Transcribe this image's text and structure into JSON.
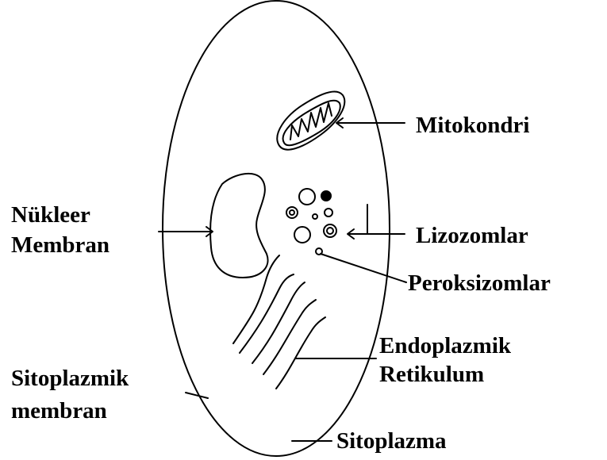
{
  "labels": {
    "mitokondri": "Mitokondri",
    "nukleer_line1": "Nükleer",
    "nukleer_line2": "Membran",
    "lizozomlar": "Lizozomlar",
    "peroksizomlar": "Peroksizomlar",
    "endoplazmik_line1": "Endoplazmik",
    "endoplazmik_line2": "Retikulum",
    "sitoplazmik_line1": "Sitoplazmik",
    "sitoplazmik_line2": "membran",
    "sitoplazma": "Sitoplazma"
  },
  "colors": {
    "ink": "#000000",
    "background": "#ffffff"
  }
}
